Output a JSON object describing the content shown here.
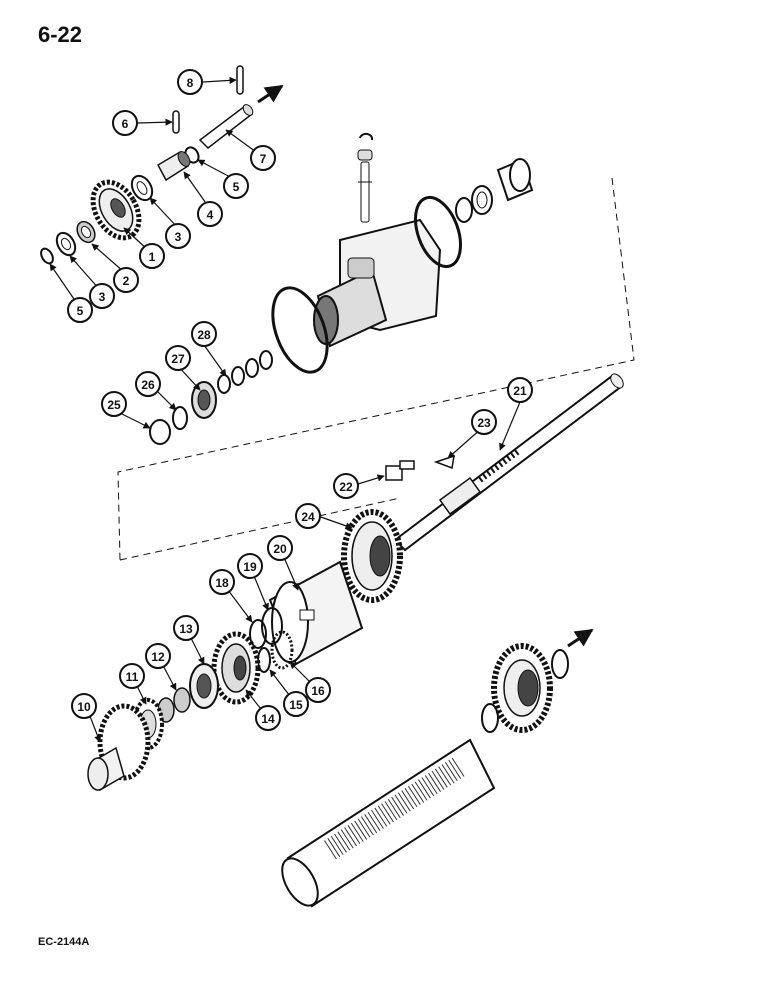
{
  "page": {
    "number": "6-22",
    "figure_code": "EC-2144A"
  },
  "callouts": [
    "1",
    "2",
    "3",
    "3",
    "4",
    "5",
    "5",
    "6",
    "7",
    "8",
    "10",
    "11",
    "12",
    "13",
    "14",
    "15",
    "16",
    "18",
    "19",
    "20",
    "21",
    "22",
    "23",
    "24",
    "25",
    "26",
    "27",
    "28"
  ],
  "colors": {
    "ink": "#111111",
    "paper": "#ffffff",
    "shade": "#bdbdbd",
    "dark": "#444444"
  }
}
